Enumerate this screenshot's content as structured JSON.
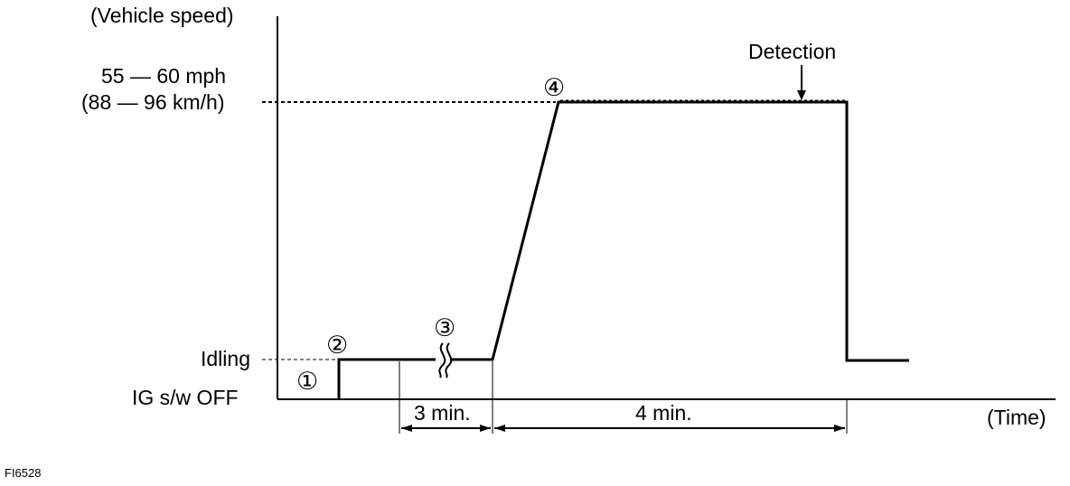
{
  "labels": {
    "y_axis": "(Vehicle speed)",
    "x_axis": "(Time)",
    "speed_mph": "55 — 60 mph",
    "speed_kmh": "(88 — 96 km/h)",
    "idling": "Idling",
    "ig_off": "IG s/w OFF",
    "detection": "Detection",
    "dur_3": "3 min.",
    "dur_4": "4 min.",
    "code": "FI6528"
  },
  "steps": [
    "①",
    "②",
    "③",
    "④"
  ]
}
